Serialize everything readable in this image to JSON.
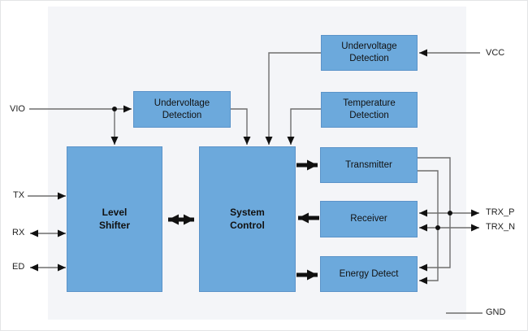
{
  "blocks": {
    "uvd_vio": {
      "label": "Undervoltage\nDetection"
    },
    "uvd_vcc": {
      "label": "Undervoltage\nDetection"
    },
    "temp_detection": {
      "label": "Temperature\nDetection"
    },
    "level_shifter": {
      "label": "Level\nShifter"
    },
    "system_control": {
      "label": "System\nControl"
    },
    "transmitter": {
      "label": "Transmitter"
    },
    "receiver": {
      "label": "Receiver"
    },
    "energy_detect": {
      "label": "Energy Detect"
    }
  },
  "pins": {
    "vio": "VIO",
    "tx": "TX",
    "rx": "RX",
    "ed": "ED",
    "vcc": "VCC",
    "trx_p": "TRX_P",
    "trx_n": "TRX_N",
    "gnd": "GND"
  },
  "colors": {
    "block_fill": "#6CA9DC",
    "block_border": "#5B93C9",
    "panel_bg": "#F4F5F8",
    "wire": "#6E6E6E",
    "arrow": "#111111"
  }
}
